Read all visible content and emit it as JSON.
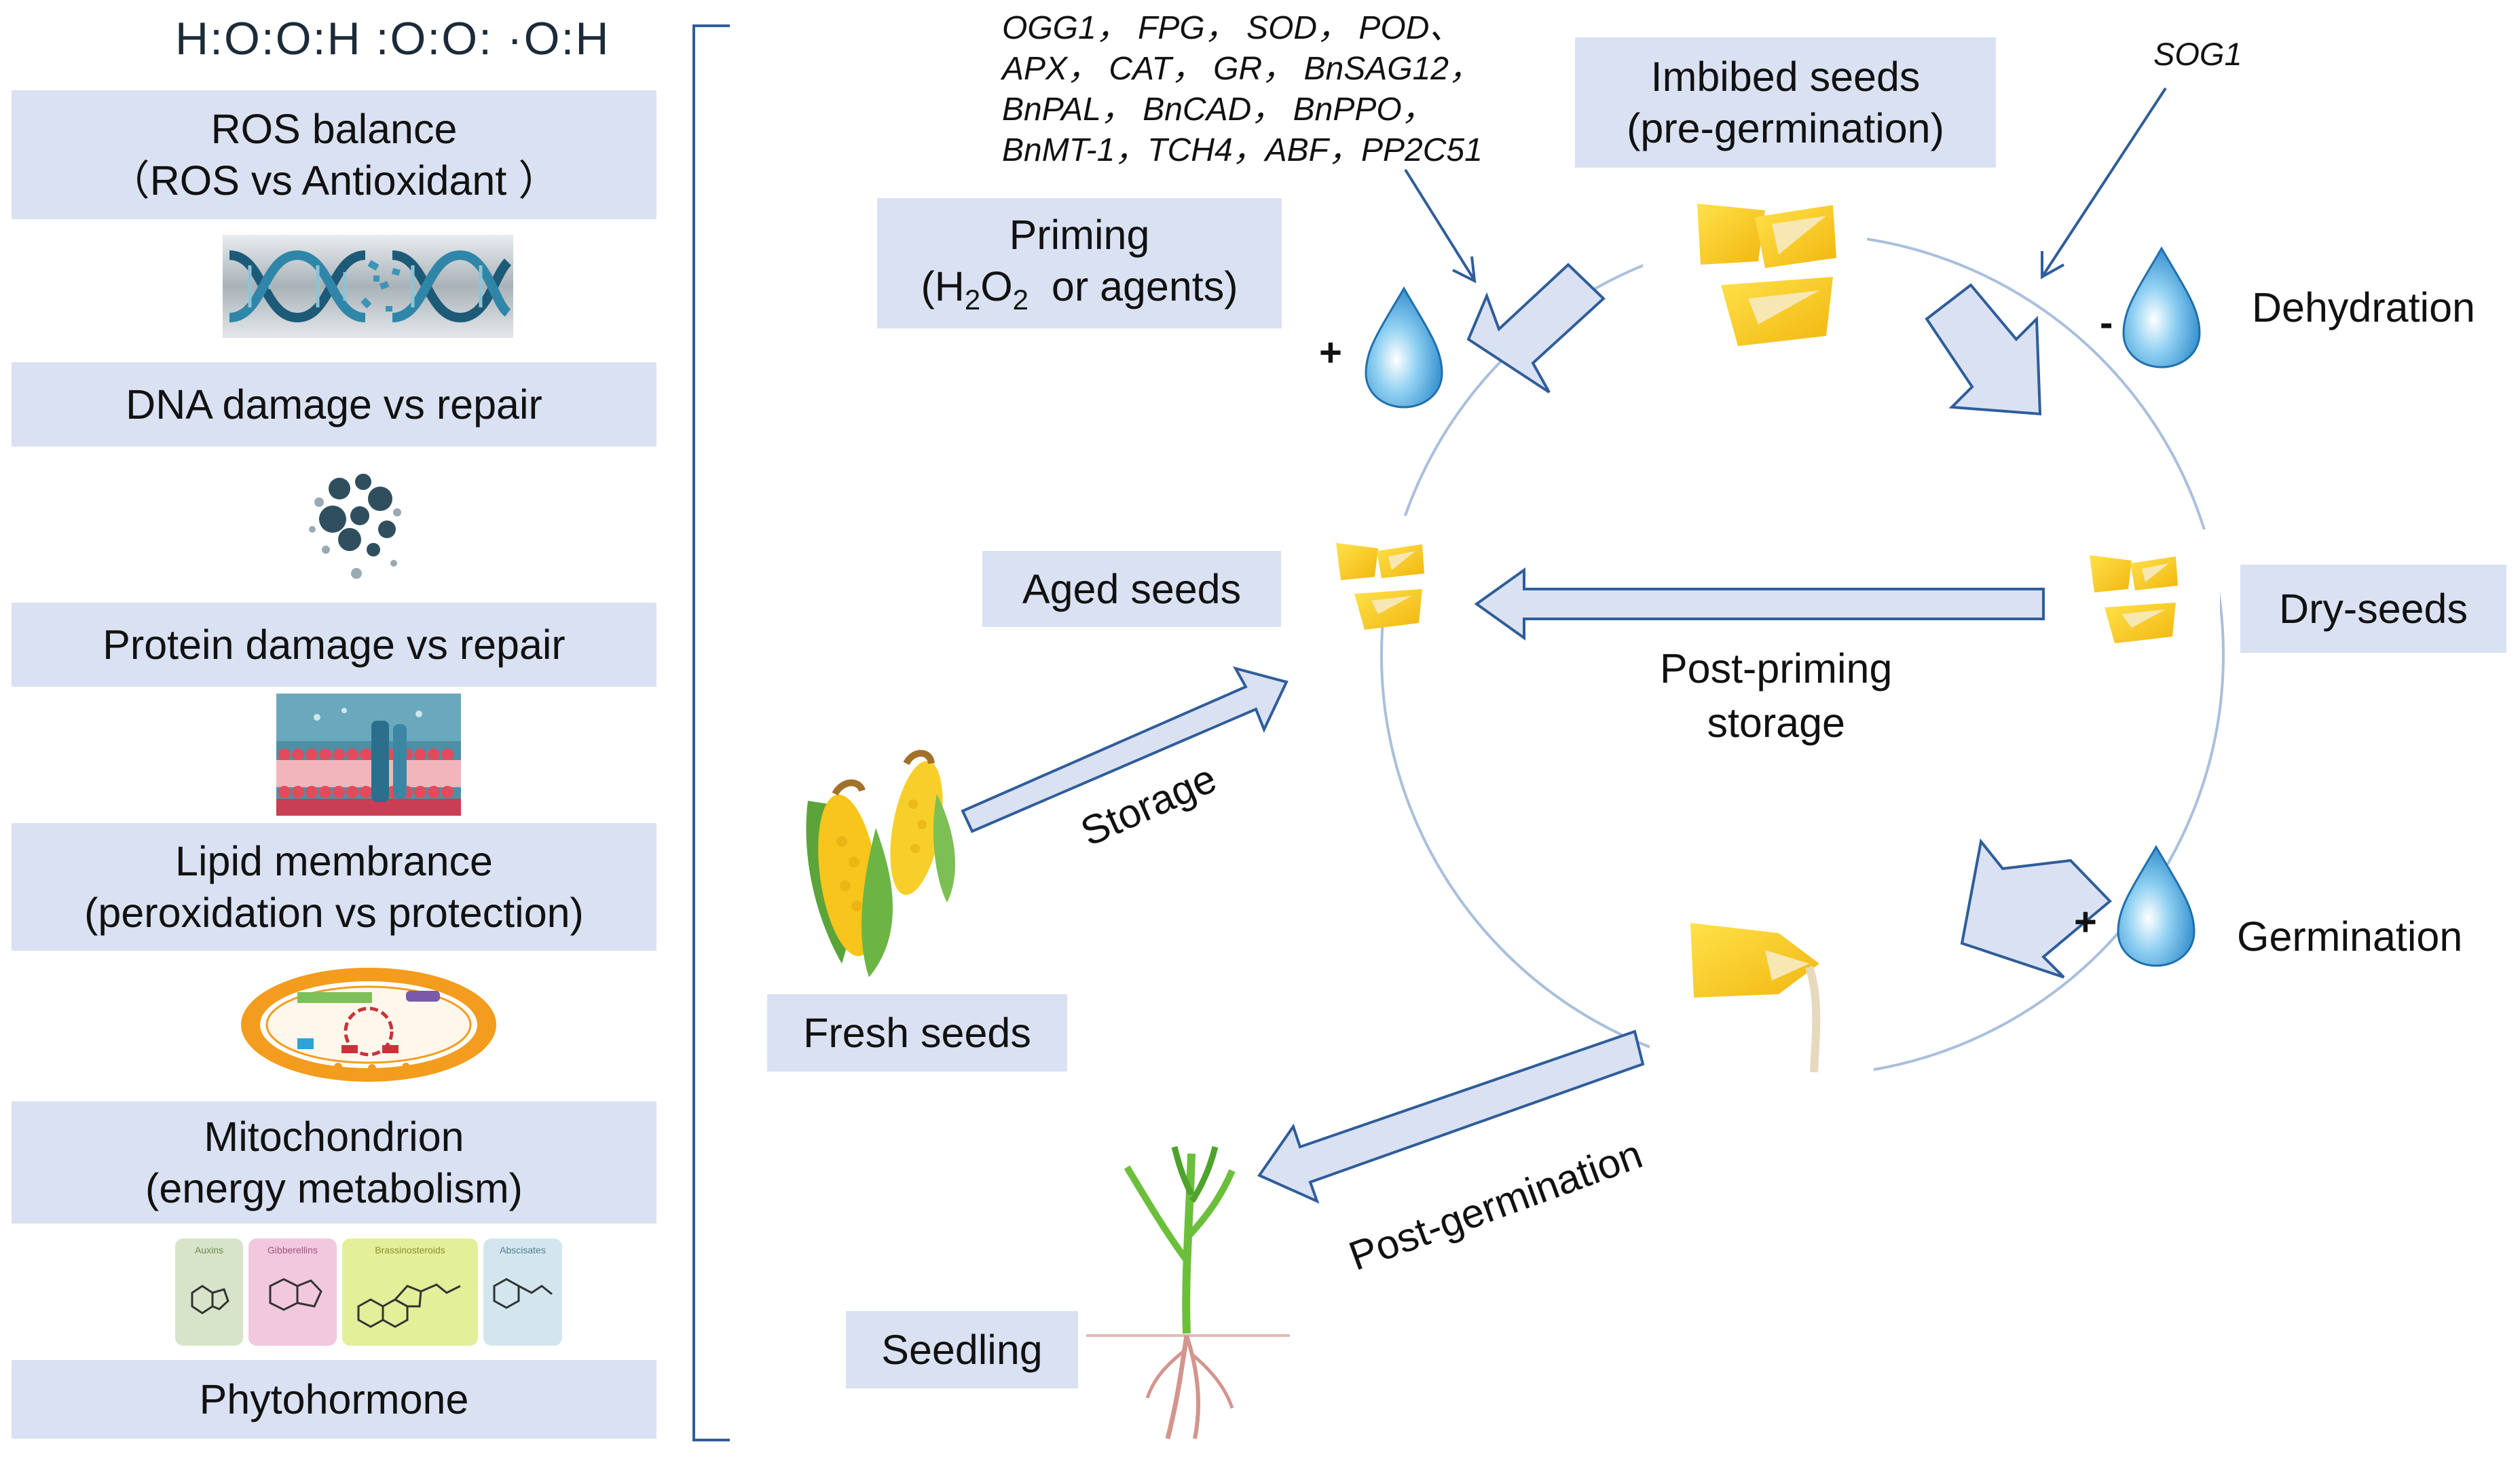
{
  "left_panel": {
    "formula": "H:O:O:H  :O:O:  ·O:H",
    "items": [
      {
        "line1": "ROS balance",
        "line2": "（ROS vs Antioxidant ）"
      },
      {
        "line1": "DNA damage vs repair",
        "line2": ""
      },
      {
        "line1": "Protein damage vs repair",
        "line2": ""
      },
      {
        "line1": "Lipid membrance",
        "line2": "(peroxidation vs protection)"
      },
      {
        "line1": "Mitochondrion",
        "line2": "(energy metabolism)"
      },
      {
        "line1": "Phytohormone",
        "line2": ""
      }
    ],
    "hormone_labels": [
      "Auxins",
      "Gibberellins",
      "Brassinosteroids",
      "Abscisates"
    ]
  },
  "genes": {
    "lines": [
      "OGG1， FPG， SOD， POD、",
      "APX， CAT， GR， BnSAG12，",
      "BnPAL， BnCAD， BnPPO，",
      "BnMT-1，TCH4，ABF，PP2C51"
    ],
    "sog": "SOG1"
  },
  "cycle": {
    "priming": {
      "line1": "Priming",
      "line2_pre": "(H",
      "sub1": "2",
      "mid": "O",
      "sub2": "2",
      "line2_post": "  or agents)"
    },
    "imbibed": {
      "line1": "Imbibed seeds",
      "line2": "(pre-germination)"
    },
    "dehydration": "Dehydration",
    "dry_seeds": "Dry-seeds",
    "aged_seeds": "Aged seeds",
    "post_priming": {
      "line1": "Post-priming",
      "line2": "storage"
    },
    "germination": "Germination",
    "fresh_seeds": "Fresh seeds",
    "storage": "Storage",
    "post_germination": "Post-germination",
    "seedling": "Seedling",
    "signs": {
      "priming": "+",
      "dehydration": "-",
      "germination": "+"
    }
  }
}
